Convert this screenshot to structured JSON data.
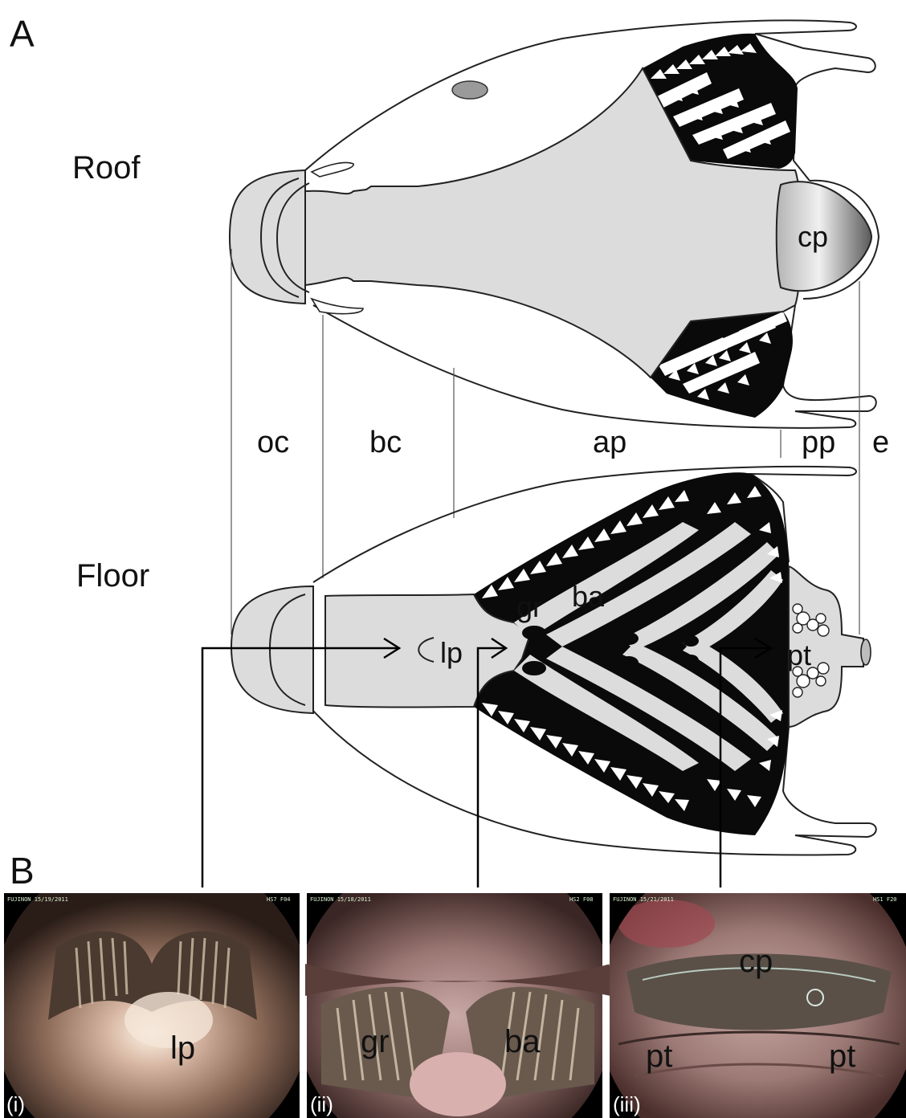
{
  "panel_a": {
    "letter": "A",
    "roof_label": "Roof",
    "floor_label": "Floor",
    "regions": {
      "oc": "oc",
      "bc": "bc",
      "ap": "ap",
      "pp": "pp",
      "e": "e"
    },
    "roof_structures": {
      "cp": "cp"
    },
    "floor_structures": {
      "lp": "lp",
      "gr": "gr",
      "ba": "ba",
      "pt": "pt"
    }
  },
  "panel_b": {
    "letter": "B",
    "photos": [
      {
        "index": "(i)",
        "labels": [
          "lp"
        ],
        "stamp_left": "FUJINON 15/19/2011",
        "stamp_right": "HS7 F04"
      },
      {
        "index": "(ii)",
        "labels": [
          "gr",
          "ba"
        ],
        "stamp_left": "FUJINON 15/18/2011",
        "stamp_right": "HS2 F08"
      },
      {
        "index": "(iii)",
        "labels": [
          "cp",
          "pt",
          "pt"
        ],
        "stamp_left": "FUJINON 15/21/2011",
        "stamp_right": "HS1 F20"
      }
    ]
  },
  "colors": {
    "tissue": "#dcdcdc",
    "arch": "#0a0a0a",
    "outline": "#222222"
  }
}
